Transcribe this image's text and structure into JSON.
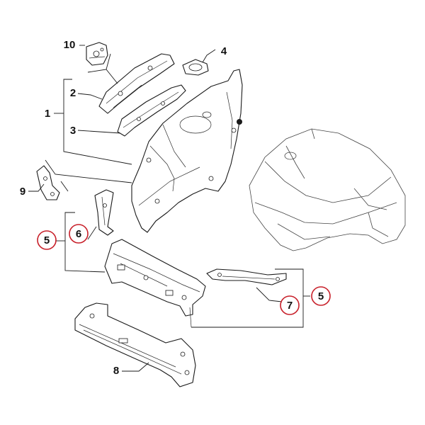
{
  "callouts": [
    {
      "id": "c10",
      "label": "10",
      "circled": false
    },
    {
      "id": "c4",
      "label": "4",
      "circled": false
    },
    {
      "id": "c2",
      "label": "2",
      "circled": false
    },
    {
      "id": "c1",
      "label": "1",
      "circled": false
    },
    {
      "id": "c3",
      "label": "3",
      "circled": false
    },
    {
      "id": "c9",
      "label": "9",
      "circled": false
    },
    {
      "id": "c5a",
      "label": "5",
      "circled": true
    },
    {
      "id": "c6",
      "label": "6",
      "circled": true
    },
    {
      "id": "c7",
      "label": "7",
      "circled": true
    },
    {
      "id": "c5b",
      "label": "5",
      "circled": true
    },
    {
      "id": "c8",
      "label": "8",
      "circled": false
    }
  ],
  "colors": {
    "line": "#1a1a1a",
    "highlight_ring": "#c8202a",
    "background": "#ffffff"
  }
}
